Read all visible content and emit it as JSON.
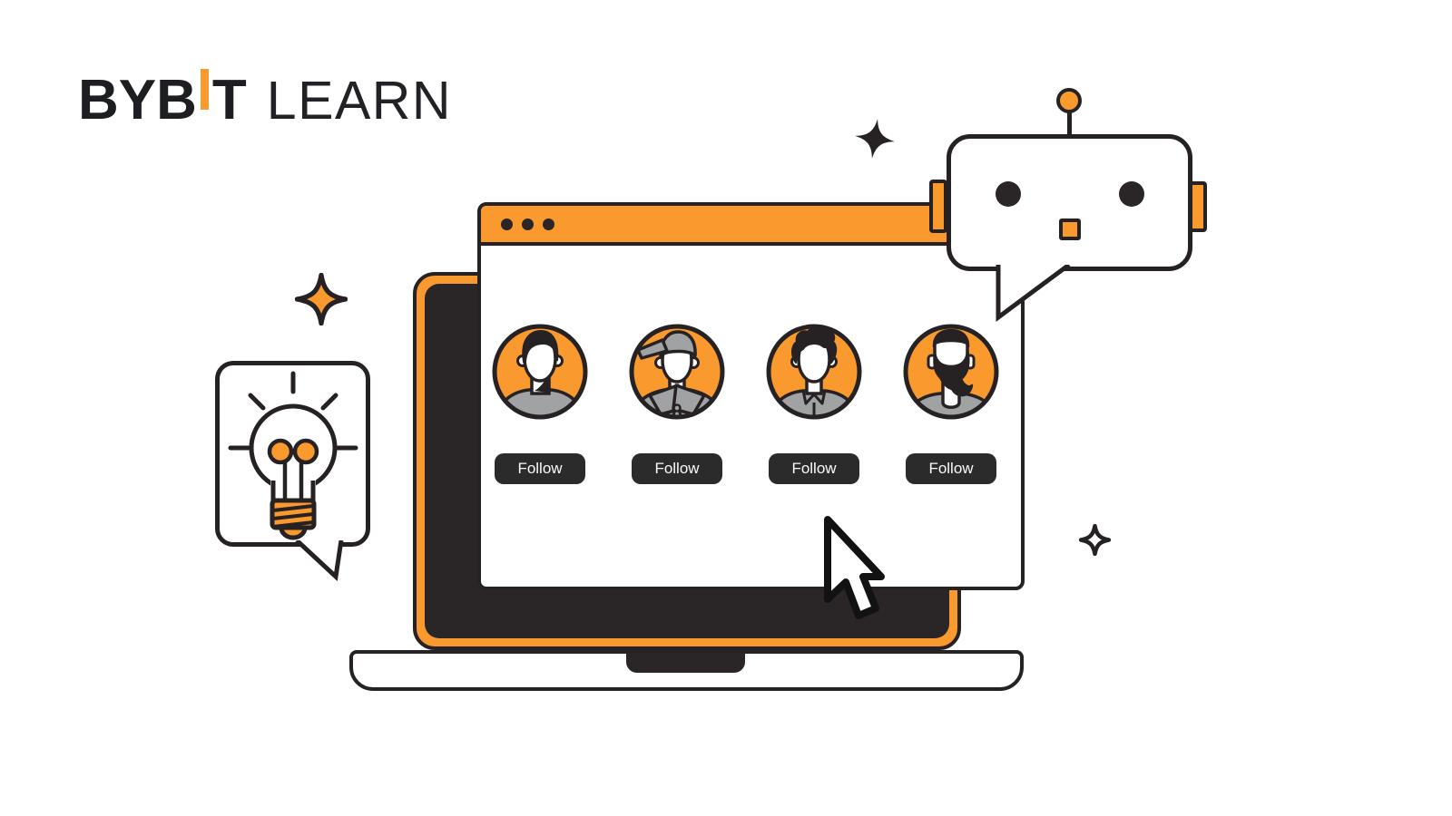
{
  "logo": {
    "brand_bold_left": "BYB",
    "brand_bold_right": "T",
    "brand_suffix": "LEARN"
  },
  "browser_window": {
    "titlebar": {
      "dots_count": 3
    },
    "profiles": [
      {
        "avatar": "man-short-hair",
        "follow_label": "Follow"
      },
      {
        "avatar": "man-cap-jacket",
        "follow_label": "Follow"
      },
      {
        "avatar": "man-curly-hair",
        "follow_label": "Follow"
      },
      {
        "avatar": "man-beard",
        "follow_label": "Follow"
      }
    ]
  },
  "illustration": {
    "robot": "chat-bot-speech-bubble",
    "idea": "lightbulb-speech-bubble",
    "laptop": "laptop",
    "cursor": "mouse-pointer",
    "sparkles": [
      "black-sparkle",
      "orange-sparkle",
      "white-outline-sparkle"
    ]
  },
  "colors": {
    "accent_orange": "#F9992E",
    "ink_dark": "#262224",
    "grey": "#A1A2A4",
    "background": "#FFFFFF"
  }
}
